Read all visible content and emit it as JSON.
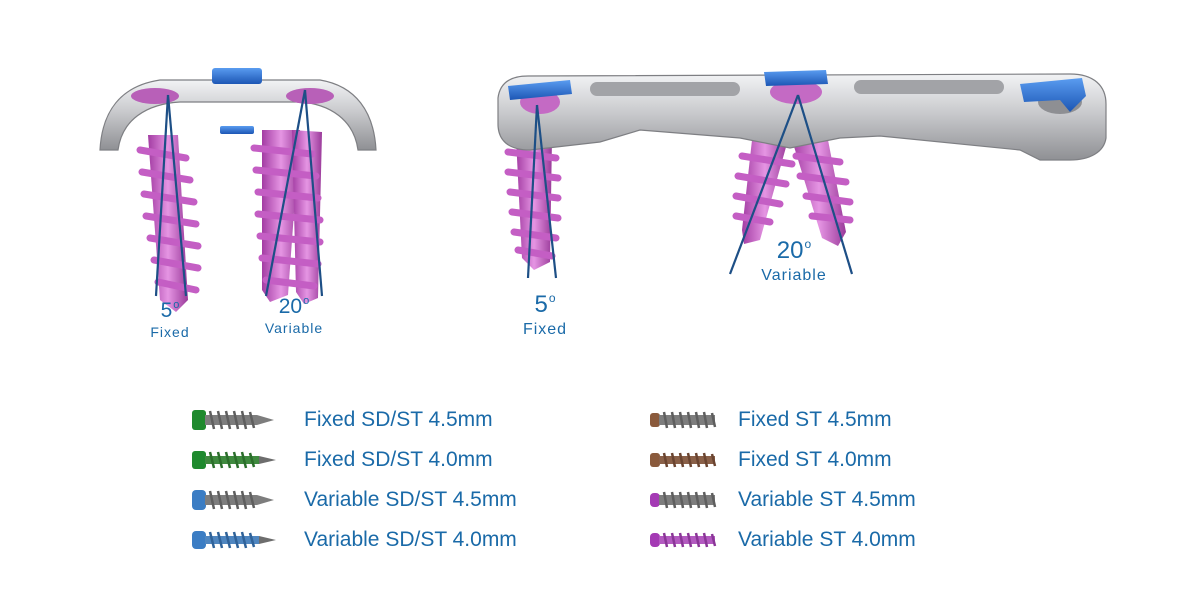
{
  "figure": {
    "left_view": {
      "fixed_angle": "5",
      "fixed_label": "Fixed",
      "variable_angle": "20",
      "variable_label": "Variable"
    },
    "right_view": {
      "fixed_angle": "5",
      "fixed_label": "Fixed",
      "variable_angle": "20",
      "variable_label": "Variable"
    },
    "degree_symbol": "o"
  },
  "colors": {
    "screw_pink": "#c04fbf",
    "screw_pink_light": "#e08fe0",
    "plate_silver": "#c8c9cc",
    "plate_dark": "#8c8d91",
    "locking_cap_blue": "#2a6fd6",
    "guide_line": "#1d4f86",
    "label_blue": "#1a6aa8",
    "head_green": "#1f8a2e",
    "head_blue": "#3b7dc4",
    "head_bronze": "#8a5a3c",
    "head_purple": "#a43ab4",
    "thread_gray": "#7d7d7d"
  },
  "legend": {
    "left_column": [
      {
        "label": "Fixed SD/ST 4.5mm",
        "icon": "green-head-sd-screw-icon"
      },
      {
        "label": "Fixed SD/ST 4.0mm",
        "icon": "green-head-sd-screw-icon"
      },
      {
        "label": "Variable SD/ST 4.5mm",
        "icon": "blue-head-sd-screw-icon"
      },
      {
        "label": "Variable SD/ST 4.0mm",
        "icon": "blue-head-sd-screw-icon"
      }
    ],
    "right_column": [
      {
        "label": "Fixed ST 4.5mm",
        "icon": "bronze-screw-icon"
      },
      {
        "label": "Fixed ST 4.0mm",
        "icon": "bronze-screw-icon"
      },
      {
        "label": "Variable ST 4.5mm",
        "icon": "purple-head-screw-icon"
      },
      {
        "label": "Variable ST 4.0mm",
        "icon": "purple-screw-icon"
      }
    ]
  }
}
